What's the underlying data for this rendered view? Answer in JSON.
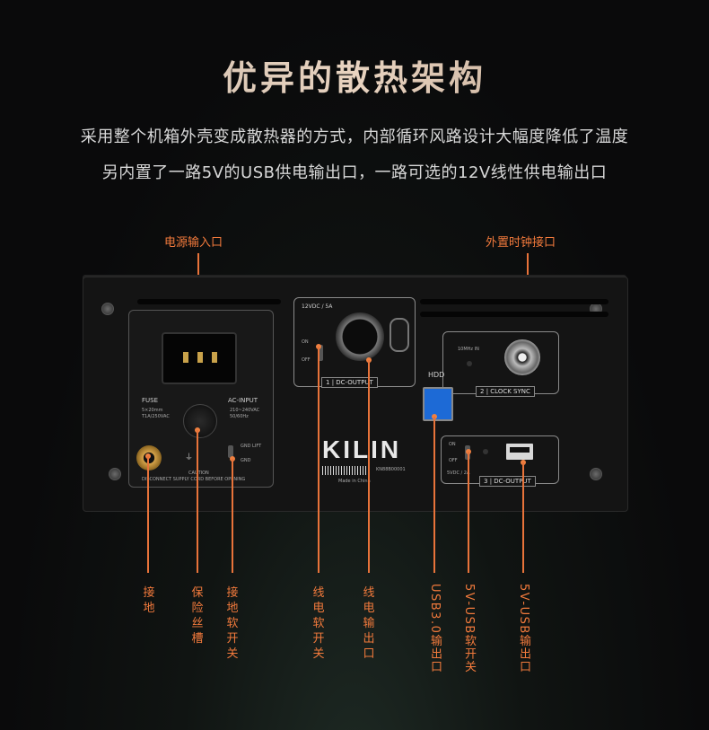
{
  "title": "优异的散热架构",
  "subtitle_lines": [
    "采用整个机箱外壳变成散热器的方式，内部循环风路设计大幅度降低了温度",
    "另内置了一路5V的USB供电输出口，一路可选的12V线性供电输出口"
  ],
  "top_labels": {
    "power_input": "电源输入口",
    "clock_input": "外置时钟接口"
  },
  "device": {
    "brand": "KILIN",
    "serial": "KN88B00001",
    "made_in": "Made in China",
    "fuse_title": "FUSE",
    "fuse_spec1": "5×20mm",
    "fuse_spec2": "T1A/250VAC",
    "ac_title": "AC-INPUT",
    "ac_spec1": "210~240VAC",
    "ac_spec2": "50/60Hz",
    "gnd_lift": "GND LIFT",
    "gnd": "GND",
    "caution": "CAUTION",
    "caution_text": "DISCONNECT SUPPLY CORD BEFORE OPENING",
    "dc_spec": "12VDC / 5A",
    "on": "ON",
    "off": "OFF",
    "dc_output_1": "DC-OUTPUT",
    "num_1": "1",
    "clock_in": "10MHz IN",
    "clock_sync": "CLOCK SYNC",
    "num_2": "2",
    "hdd": "HDD",
    "usb_spec": "5VDC / 2A",
    "dc_output_3": "DC-OUTPUT",
    "num_3": "3"
  },
  "bottom_labels": {
    "ground": "接地",
    "fuse_slot": "保险丝槽",
    "ground_switch": "接地软开关",
    "line_power_switch": "线电软开关",
    "line_power_out": "线电输出口",
    "usb3_out": "USB3.0输出口",
    "usb5v_switch": "5V-USB软开关",
    "usb5v_out": "5V-USB输出口"
  },
  "colors": {
    "accent": "#f27a3c",
    "text": "#d8d8d8"
  }
}
